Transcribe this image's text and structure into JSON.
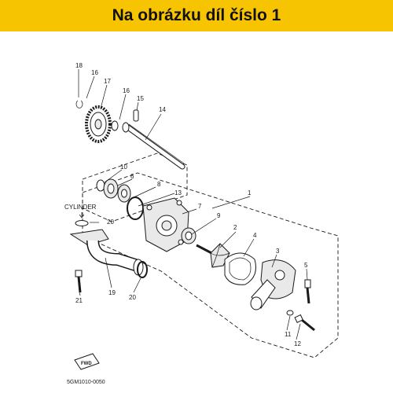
{
  "banner": {
    "title": "Na obrázku díl číslo 1",
    "background": "#f6c400"
  },
  "diagram": {
    "callouts": [
      "1",
      "2",
      "3",
      "4",
      "5",
      "6",
      "7",
      "8",
      "9",
      "10",
      "11",
      "12",
      "13",
      "14",
      "15",
      "16",
      "16",
      "17",
      "18",
      "19",
      "20",
      "20",
      "21"
    ],
    "cylinder_label": "CYLINDER",
    "fwd_label": "FWD",
    "code": "5GM1010-0050"
  }
}
